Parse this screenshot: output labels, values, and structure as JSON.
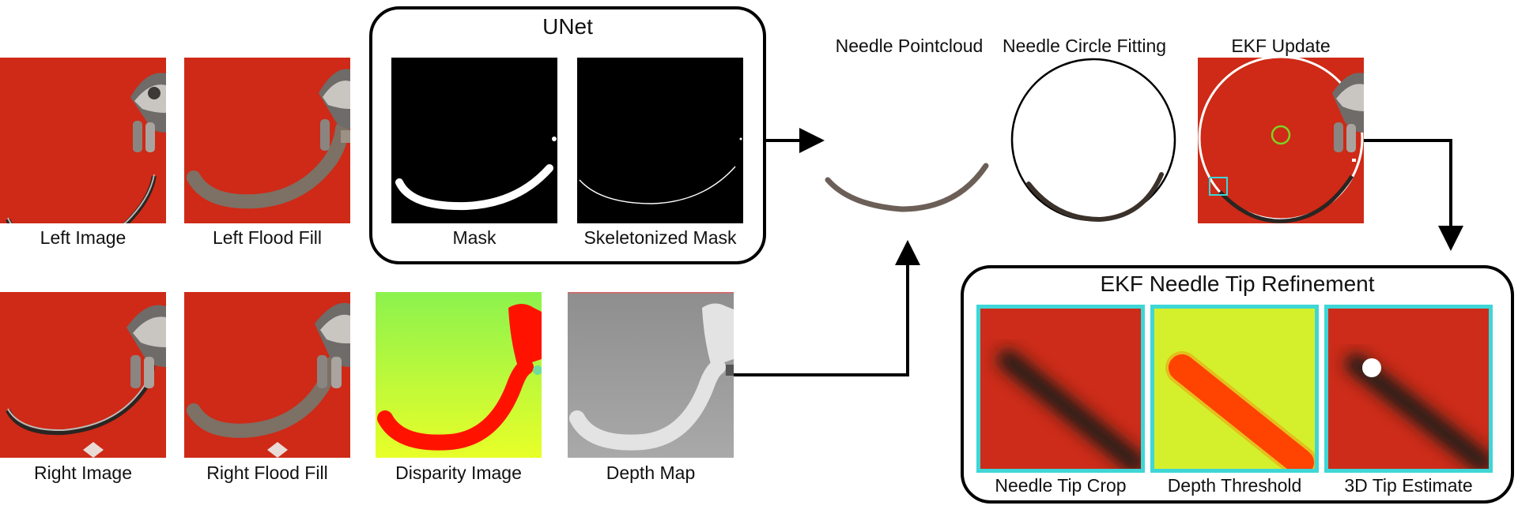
{
  "left_image": {
    "label": "Left Image"
  },
  "left_flood": {
    "label": "Left Flood Fill"
  },
  "right_image": {
    "label": "Right Image"
  },
  "right_flood": {
    "label": "Right Flood Fill"
  },
  "unet": {
    "title": "UNet",
    "mask_label": "Mask",
    "skeleton_label": "Skeletonized Mask"
  },
  "disparity": {
    "label": "Disparity Image"
  },
  "depth": {
    "label": "Depth Map"
  },
  "pointcloud": {
    "label": "Needle Pointcloud"
  },
  "circle_fit": {
    "label": "Needle Circle Fitting"
  },
  "ekf_update": {
    "label": "EKF Update"
  },
  "refinement": {
    "title": "EKF Needle Tip Refinement",
    "crop_label": "Needle Tip Crop",
    "threshold_label": "Depth Threshold",
    "estimate_label": "3D Tip Estimate"
  },
  "colors": {
    "background": "#ce2a17",
    "flood_fill": "#7d7065",
    "cyan": "#3ed6d6"
  }
}
